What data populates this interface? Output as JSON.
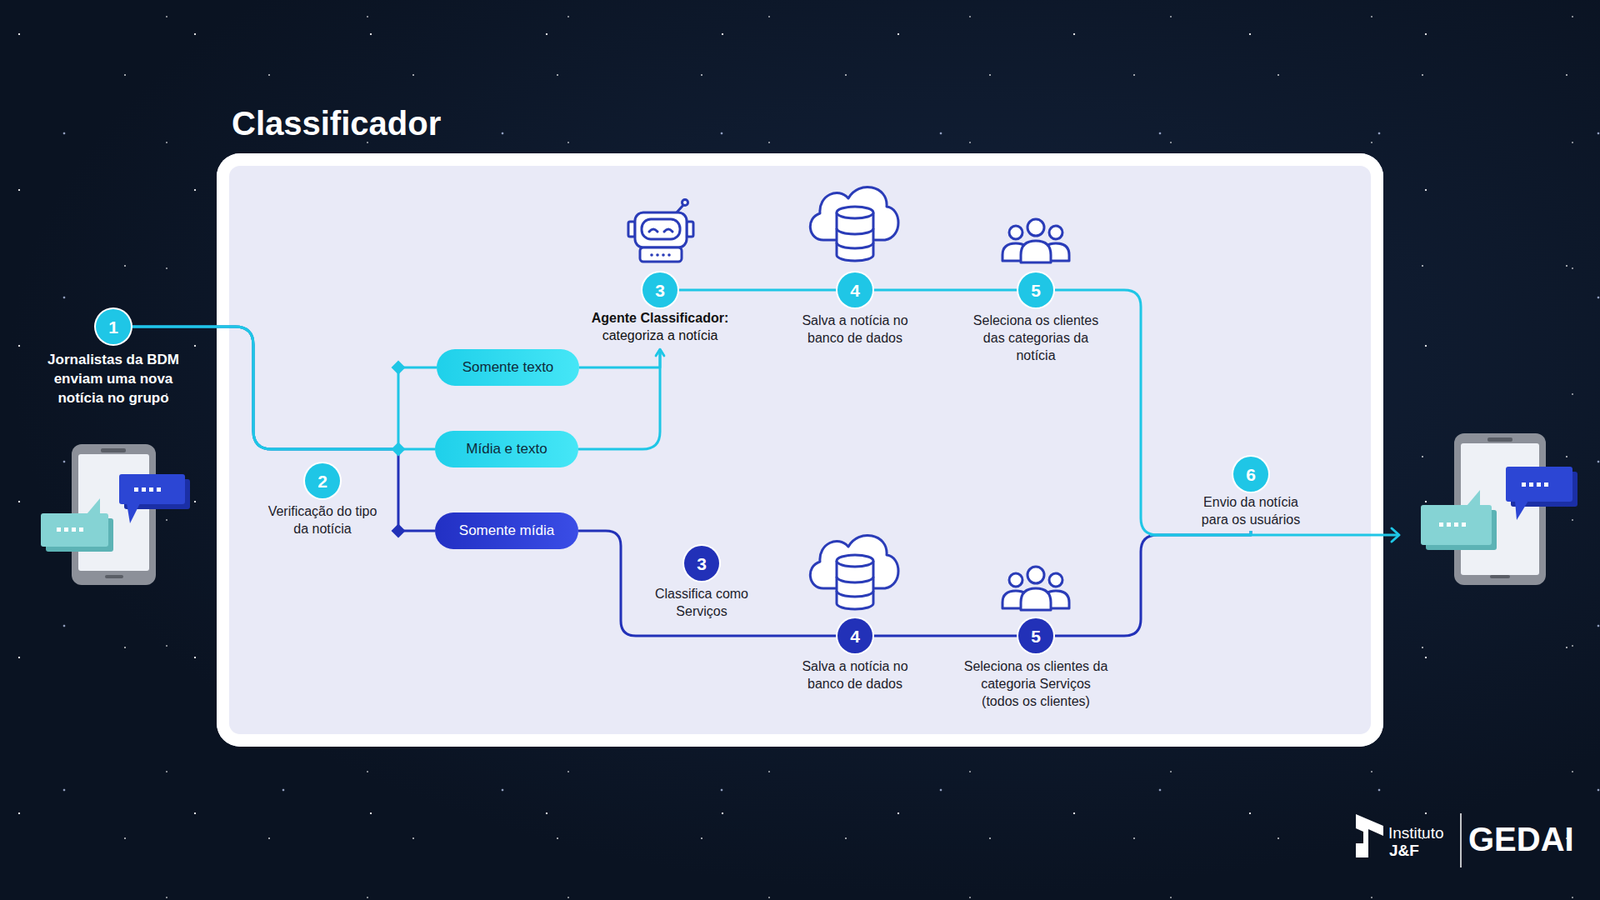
{
  "diagram": {
    "nodes": [
      {
        "text": [
          "Classificador"
        ]
      },
      {
        "text": [
          "1",
          "Jornalistas da BDM enviam uma nova notícia no grupo"
        ]
      },
      {
        "text": [
          "2",
          "Verificação do tipo da notícia"
        ],
        "in": 0
      },
      {
        "text": [
          "Somente texto"
        ],
        "in": 0
      },
      {
        "text": [
          "Mídia e texto"
        ],
        "in": 0
      },
      {
        "text": [
          "Somente mídia"
        ],
        "in": 0
      },
      {
        "text": [
          "3",
          "Agente Classificador:",
          "categoriza a notícia"
        ],
        "in": 0
      },
      {
        "text": [
          "4",
          "Salva a notícia no banco de dados"
        ],
        "in": 0
      },
      {
        "text": [
          "5",
          "Seleciona os clientes das categorias da notícia"
        ],
        "in": 0
      },
      {
        "text": [
          "3",
          "Classifica como Serviços"
        ],
        "in": 0
      },
      {
        "text": [
          "4",
          "Salva a notícia no banco de dados"
        ],
        "in": 0
      },
      {
        "text": [
          "5",
          "Seleciona os clientes da categoria Serviços (todos os clientes)"
        ],
        "in": 0
      },
      {
        "text": [
          "6",
          "Envio da notícia para os usuários"
        ],
        "in": 0
      }
    ],
    "edges": [
      {
        "from": 1,
        "to": 3,
        "arrow": "none"
      },
      {
        "from": 1,
        "to": 4,
        "arrow": "none"
      },
      {
        "from": 1,
        "to": 5,
        "arrow": "none"
      },
      {
        "from": 3,
        "to": 6,
        "arrow": "to"
      },
      {
        "from": 4,
        "to": 6,
        "arrow": "to"
      },
      {
        "from": 6,
        "to": 7,
        "arrow": "none"
      },
      {
        "from": 7,
        "to": 8,
        "arrow": "none"
      },
      {
        "from": 8,
        "to": 12,
        "arrow": "none"
      },
      {
        "from": 5,
        "to": 10,
        "arrow": "none"
      },
      {
        "from": 10,
        "to": 11,
        "arrow": "none"
      },
      {
        "from": 11,
        "to": 12,
        "arrow": "none"
      }
    ],
    "labels": [
      "Instituto",
      "J&F",
      "GEDAI"
    ]
  }
}
